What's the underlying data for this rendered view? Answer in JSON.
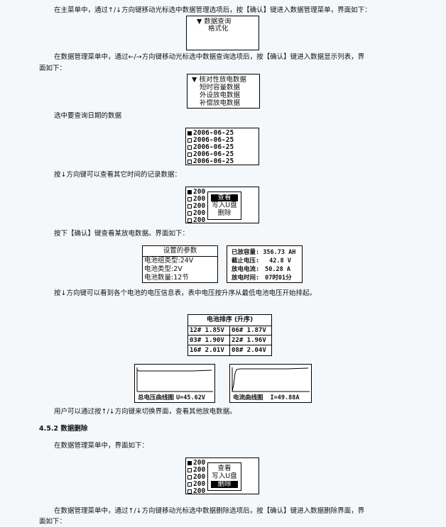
{
  "paragraphs": {
    "p1": "在主菜单中，通过↑/↓方向键移动光标选中数据管理选项后，按【确认】键进入数据管理菜单，界面如下：",
    "p2a": "在数据管理菜单中，通过←/→方向键移动光标选中数据查询选项后，按【确认】键进入数据显示列表，界",
    "p2b": "面如下：",
    "p3": "选中要查询日期的数据",
    "p4": "按↓方向键可以查看其它时间的记录数据：",
    "p5": "按下【确认】键查看某放电数据。界面如下：",
    "p6": "按↓方向键可以看到各个电池的电压信息表，表中电压按升序从最低电池电压开始排起。",
    "p7": "用户可以通过按↑/↓方向键来切换界面，查看其他放电数据。",
    "section": "4.5.2 数据删除",
    "p8": "在数据管理菜单中，界面如下：",
    "p9a": "在数据管理菜单中，通过↑/↓方向键移动光标选中数据删除选项后，按【确认】键进入数据删除界面，界",
    "p9b": "面如下："
  },
  "menu1": {
    "cursor": "▼",
    "item1": "数据查询",
    "item2": "格式化"
  },
  "menu2": {
    "cursor": "▼",
    "items": [
      "核对性放电数据",
      "短时容量数据",
      "外设放电数据",
      "补偿放电数据"
    ]
  },
  "dates": [
    "2006-06-25",
    "2006-06-25",
    "2006-06-25",
    "2006-06-25",
    "2006-06-25"
  ],
  "popup": {
    "item1": "查看",
    "item2": "写入U盘",
    "item3": "删除"
  },
  "peek": [
    "200",
    "200",
    "200",
    "200",
    "200"
  ],
  "settings": {
    "title": "设置的参数",
    "lines": [
      "电池组类型:24V",
      "电池类型:2V",
      "电池数量:12节"
    ]
  },
  "result": {
    "labels": [
      "已放容量:",
      "截止电压:",
      "放电电流:",
      "放电时间:"
    ],
    "values": [
      "356.73 AH",
      "42.8 V",
      "50.28 A",
      "07时01分"
    ]
  },
  "table": {
    "title": "电池排序 (升序)",
    "rows": [
      [
        "12# 1.85V",
        "06# 1.87V"
      ],
      [
        "03# 1.90V",
        "22# 1.96V"
      ],
      [
        "16# 2.01V",
        "08# 2.04V"
      ]
    ]
  },
  "chart1": {
    "label": "总电压曲线图",
    "value": "U=45.62V"
  },
  "chart2": {
    "label": "电流曲线图",
    "value": "I=49.88A"
  }
}
